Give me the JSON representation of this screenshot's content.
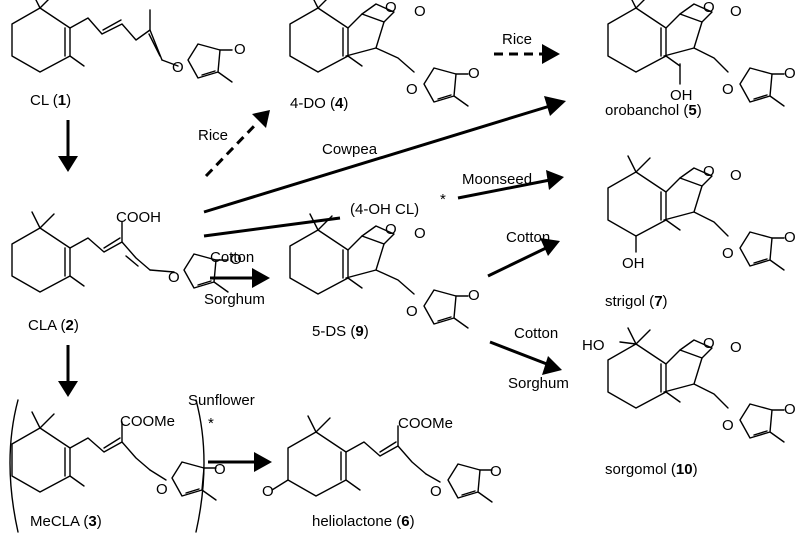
{
  "compounds": {
    "cl": {
      "name": "CL",
      "num": "1"
    },
    "cla": {
      "name": "CLA",
      "num": "2"
    },
    "mecla": {
      "name": "MeCLA",
      "num": "3"
    },
    "do4": {
      "name": "4-DO",
      "num": "4"
    },
    "orobanchol": {
      "name": "orobanchol",
      "num": "5"
    },
    "heliolactone": {
      "name": "heliolactone",
      "num": "6"
    },
    "strigol": {
      "name": "strigol",
      "num": "7"
    },
    "ds5": {
      "name": "5-DS",
      "num": "9"
    },
    "sorgomol": {
      "name": "sorgomol",
      "num": "10"
    }
  },
  "pathways": {
    "rice_top": "Rice",
    "rice_diag": "Rice",
    "cowpea": "Cowpea",
    "moonseed": "Moonseed",
    "intermediate": "(4-OH CL)",
    "asterisk": "*",
    "cotton_5ds": "Cotton",
    "sorghum_5ds": "Sorghum",
    "cotton_strigol": "Cotton",
    "cotton_sorgomol": "Cotton",
    "sorghum_sorgomol": "Sorghum",
    "sunflower": "Sunflower",
    "sunflower_asterisk": "*"
  },
  "atoms": {
    "o": "O",
    "oh": "OH",
    "cooh": "COOH",
    "coome": "COOMe",
    "ho": "HO"
  }
}
